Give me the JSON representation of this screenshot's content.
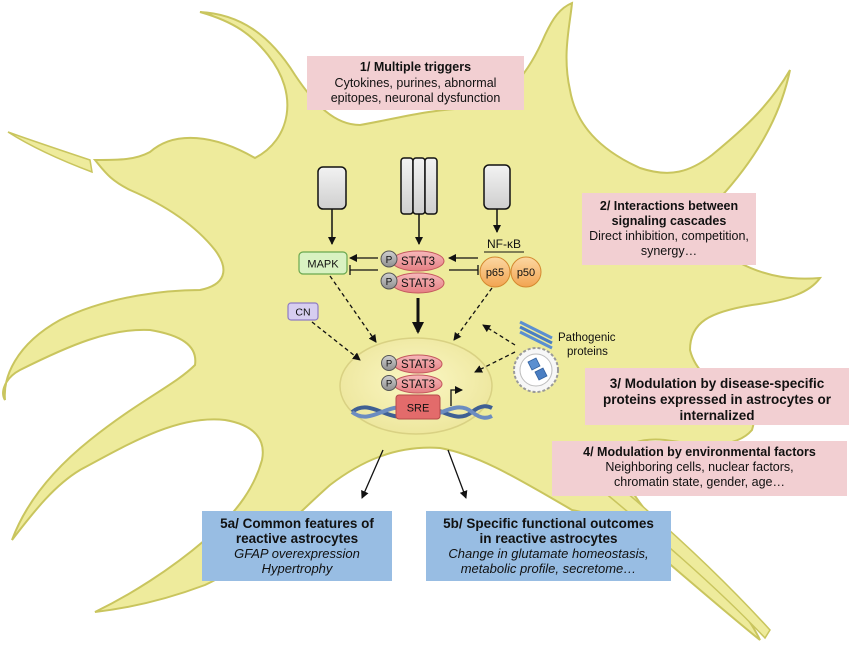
{
  "boxes": {
    "b1": {
      "title": "1/ Multiple triggers",
      "lines": [
        "Cytokines, purines, abnormal",
        "epitopes, neuronal dysfunction"
      ]
    },
    "b2": {
      "title_lines": [
        "2/ Interactions between",
        "signaling cascades"
      ],
      "lines": [
        "Direct inhibition, competition,",
        "synergy…"
      ]
    },
    "b3": {
      "title_lines": [
        "3/ Modulation by disease-specific",
        "proteins expressed in astrocytes or",
        "internalized"
      ]
    },
    "b4": {
      "title": "4/ Modulation by environmental factors",
      "lines": [
        "Neighboring cells, nuclear factors,",
        "chromatin state, gender, age…"
      ]
    },
    "b5a": {
      "title_lines": [
        "5a/ Common features of",
        "reactive astrocytes"
      ],
      "lines": [
        "GFAP overexpression",
        "Hypertrophy"
      ]
    },
    "b5b": {
      "title_lines": [
        "5b/ Specific functional outcomes",
        "in reactive astrocytes"
      ],
      "lines": [
        "Change in glutamate homeostasis,",
        "metabolic profile, secretome…"
      ]
    }
  },
  "labels": {
    "mapk": "MAPK",
    "cn": "CN",
    "nfkb": "NF-κB",
    "p65": "p65",
    "p50": "p50",
    "stat3": "STAT3",
    "p": "P",
    "sre": "SRE",
    "pathogenic_line1": "Pathogenic",
    "pathogenic_line2": "proteins"
  },
  "colors": {
    "cell_fill": "#eeeb9c",
    "cell_stroke": "#c9c55e",
    "nucleus_fill": "#f6f1a6",
    "pink_box": "#f2cfd2",
    "blue_box": "#98bde3",
    "stat3": "#ef8f92",
    "phospho": "#a9a9a9",
    "nfkb": "#f7ba6e",
    "mapk": "#d9f2c2",
    "cn": "#d7cef0",
    "sre": "#e36b6b",
    "dna": "#3f5f93",
    "pathogenic": "#5b8fd0"
  }
}
